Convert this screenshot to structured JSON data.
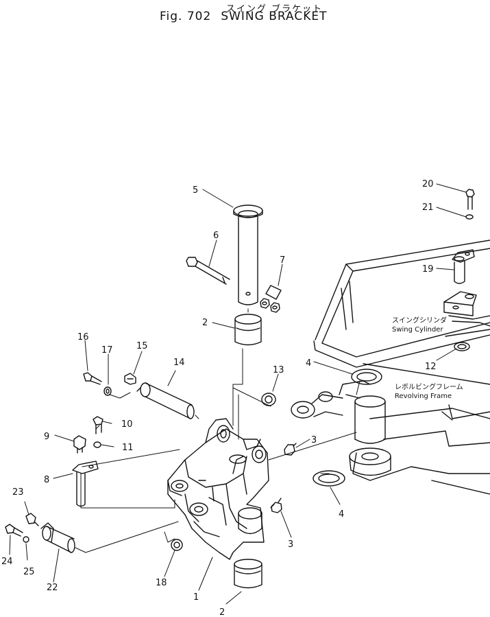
{
  "header": {
    "title_jp": "スイング ブラケット",
    "fig_label": "Fig. 702",
    "title": "SWING BRACKET"
  },
  "annotations": {
    "swing_cylinder_jp": "スイングシリンダ",
    "swing_cylinder_en": "Swing Cylinder",
    "revolving_frame_jp": "レボルビングフレーム",
    "revolving_frame_en": "Revolving Frame"
  },
  "parts": [
    "1",
    "2",
    "2",
    "3",
    "3",
    "4",
    "4",
    "5",
    "6",
    "7",
    "8",
    "9",
    "10",
    "11",
    "12",
    "13",
    "14",
    "15",
    "16",
    "17",
    "18",
    "19",
    "20",
    "21",
    "22",
    "23",
    "24",
    "25"
  ]
}
